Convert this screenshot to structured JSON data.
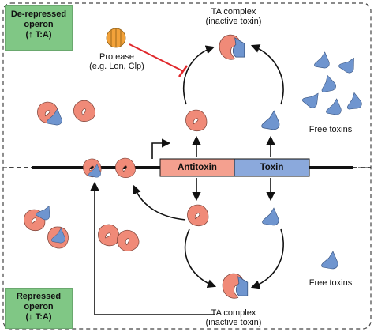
{
  "top_box": {
    "line1": "De-repressed",
    "line2": "operon",
    "line3": "(↑ T:A)"
  },
  "bottom_box": {
    "line1": "Repressed",
    "line2": "operon",
    "line3": "(↓ T:A)"
  },
  "protease": {
    "line1": "Protease",
    "line2": "(e.g. Lon, Clp)"
  },
  "ta_complex_top": {
    "line1": "TA complex",
    "line2": "(inactive toxin)"
  },
  "ta_complex_bottom": {
    "line1": "TA complex",
    "line2": "(inactive toxin)"
  },
  "free_toxins_top": "Free toxins",
  "free_toxins_bottom": "Free toxins",
  "genes": {
    "antitoxin": "Antitoxin",
    "toxin": "Toxin"
  },
  "colors": {
    "antitoxin": "#f08a78",
    "toxin": "#6f95cf",
    "antitoxin_gene": "#f4a08f",
    "toxin_gene": "#8ba9dc",
    "operon_box": "#80c785",
    "protease": "#f2a23a",
    "inhibit": "#e0272b"
  },
  "icons": [
    "antitoxin-shape",
    "toxin-shape",
    "protease-icon",
    "promoter-arrow-icon",
    "inhibition-bar-icon"
  ]
}
